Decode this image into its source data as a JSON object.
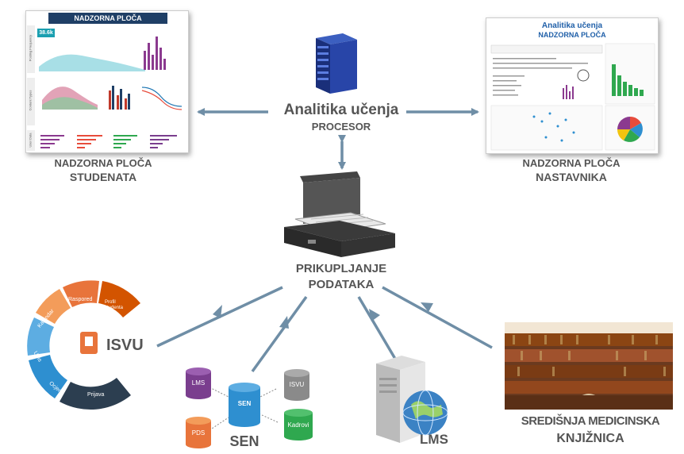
{
  "processor": {
    "title": "Analitika učenja",
    "subtitle": "PROCESOR"
  },
  "collection": {
    "line1": "PRIKUPLJANJE",
    "line2": "PODATAKA"
  },
  "student_dashboard": {
    "screen_title": "NADZORNA PLOČA",
    "kpi": "38.6k",
    "row_labels": [
      "Posting Frequency",
      "Content Types",
      "User Data"
    ],
    "caption_line1": "NADZORNA PLOČA",
    "caption_line2": "STUDENATA"
  },
  "teacher_dashboard": {
    "screen_title_1": "Analitika učenja",
    "screen_title_2": "NADZORNA PLOČA",
    "caption_line1": "NADZORNA PLOČA",
    "caption_line2": "NASTAVNIKA"
  },
  "isvu": {
    "label": "ISVU",
    "segments": [
      "Raspored",
      "Profil studenta",
      "Kalendar",
      "Upis",
      "Ocjene",
      "Prijava"
    ]
  },
  "sen": {
    "center": "SEN",
    "dbs": [
      "LMS",
      "ISVU",
      "PDS",
      "Kadrovi"
    ],
    "caption": "SEN"
  },
  "lms": {
    "label": "LMS"
  },
  "library": {
    "line1": "SREDIŠNJA MEDICINSKA",
    "line2": "KNJIŽNICA"
  },
  "colors": {
    "arrow": "#6f8ea6",
    "text": "#555555",
    "orange": "#e8743b",
    "blue": "#2e8fd0",
    "green": "#2fa84f",
    "purple": "#7a3e8e"
  }
}
